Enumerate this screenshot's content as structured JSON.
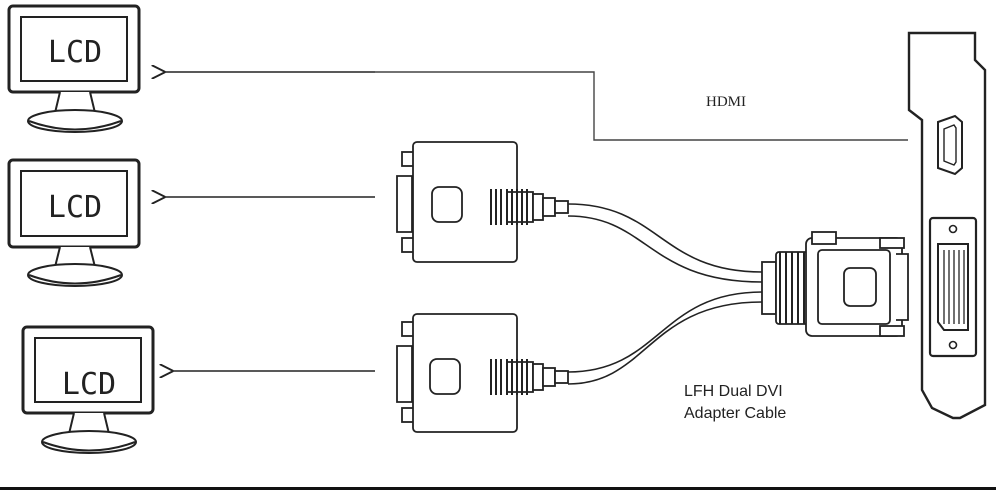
{
  "monitors": [
    {
      "label": "LCD"
    },
    {
      "label": "LCD"
    },
    {
      "label": "LCD"
    }
  ],
  "cable_labels": {
    "hdmi": "HDMI",
    "adapter_line1": "LFH Dual DVI",
    "adapter_line2": "Adapter Cable"
  }
}
